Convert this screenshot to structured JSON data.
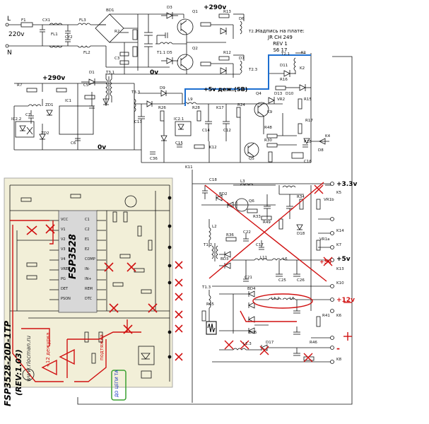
{
  "mains": {
    "label_220v": "220v",
    "label_l": "L",
    "label_n": "N"
  },
  "top_labels": {
    "plus_290v_top": "+290v",
    "plus_290v_left": "+290v",
    "zero_v_mid": "0v",
    "zero_v_left": "0v",
    "standby": "+5v деж.(SB)"
  },
  "board_note": {
    "line1": "Надпись на плате:",
    "line2": "JR CH 249",
    "line3": "REV 1",
    "line4": "S6 17"
  },
  "outputs": {
    "v33": "+3.3v",
    "v5": "+5v",
    "v12": "+12v",
    "minus": "-"
  },
  "ic": {
    "name": "FSP3528",
    "board_title": "FSP3528-20D-1TP",
    "board_rev": "(REV:1.03)",
    "watermark": "www.rlocman.ru",
    "gray_label": "ДО ЦЕПИ ТA",
    "pins_left": [
      "VCC",
      "V1",
      "V2",
      "V3",
      "V4",
      "VREF",
      "PG",
      "DET",
      "PSON"
    ],
    "pins_right": [
      "C1",
      "C2",
      "E1",
      "E2",
      "COMP",
      "IN-",
      "IN+",
      "REM",
      "DTC"
    ]
  },
  "components": [
    {
      "id": "f1",
      "label": "F1"
    },
    {
      "id": "cx1",
      "label": "CX1"
    },
    {
      "id": "fl3",
      "label": "FL3"
    },
    {
      "id": "bd1",
      "label": "BD1"
    },
    {
      "id": "d3",
      "label": "D3"
    },
    {
      "id": "q1",
      "label": "Q1"
    },
    {
      "id": "r13",
      "label": "R13"
    },
    {
      "id": "d6",
      "label": "D6"
    },
    {
      "id": "t22",
      "label": "T2.2"
    },
    {
      "id": "d5",
      "label": "D5"
    },
    {
      "id": "q2",
      "label": "Q2"
    },
    {
      "id": "r12",
      "label": "R12"
    },
    {
      "id": "d7",
      "label": "D7"
    },
    {
      "id": "t23",
      "label": "T2.3"
    },
    {
      "id": "t11",
      "label": "T1.1"
    },
    {
      "id": "r2",
      "label": "R2"
    },
    {
      "id": "c3",
      "label": "C3"
    },
    {
      "id": "fl1",
      "label": "FL1"
    },
    {
      "id": "cy2",
      "label": "CY2"
    },
    {
      "id": "fl2",
      "label": "FL2"
    },
    {
      "id": "r7",
      "label": "R7"
    },
    {
      "id": "d1",
      "label": "D1"
    },
    {
      "id": "t31",
      "label": "T3.1"
    },
    {
      "id": "c5",
      "label": "C5"
    },
    {
      "id": "ic1",
      "label": "IC1"
    },
    {
      "id": "zd1",
      "label": "ZD1"
    },
    {
      "id": "zd2",
      "label": "ZD2"
    },
    {
      "id": "ic22",
      "label": "IC2.2"
    },
    {
      "id": "c6",
      "label": "C6"
    },
    {
      "id": "c7",
      "label": "C7"
    },
    {
      "id": "t33",
      "label": "T3.3"
    },
    {
      "id": "d9",
      "label": "D9"
    },
    {
      "id": "c13",
      "label": "C13"
    },
    {
      "id": "r26",
      "label": "R26"
    },
    {
      "id": "r28",
      "label": "R28"
    },
    {
      "id": "ic21",
      "label": "IC2.1"
    },
    {
      "id": "c14",
      "label": "C14"
    },
    {
      "id": "c12",
      "label": "C12"
    },
    {
      "id": "l9",
      "label": "L9"
    },
    {
      "id": "k17",
      "label": "K17"
    },
    {
      "id": "r24",
      "label": "R24"
    },
    {
      "id": "q4",
      "label": "Q4"
    },
    {
      "id": "d13",
      "label": "D13"
    },
    {
      "id": "r16",
      "label": "R16"
    },
    {
      "id": "k9",
      "label": "K9"
    },
    {
      "id": "q5",
      "label": "Q5"
    },
    {
      "id": "r30",
      "label": "R30"
    },
    {
      "id": "r48",
      "label": "R48"
    },
    {
      "id": "k12",
      "label": "K12"
    },
    {
      "id": "k11",
      "label": "K11"
    },
    {
      "id": "c15",
      "label": "C15"
    },
    {
      "id": "c36",
      "label": "C36"
    },
    {
      "id": "c16",
      "label": "C16"
    },
    {
      "id": "vr2",
      "label": "VR2"
    },
    {
      "id": "t21",
      "label": "T2.1"
    },
    {
      "id": "k1",
      "label": "K1"
    },
    {
      "id": "k2",
      "label": "K2"
    },
    {
      "id": "d11",
      "label": "D11"
    },
    {
      "id": "d10",
      "label": "D10"
    },
    {
      "id": "r15",
      "label": "R15"
    },
    {
      "id": "r17",
      "label": "R17"
    },
    {
      "id": "r18",
      "label": "R18"
    },
    {
      "id": "k4",
      "label": "K4"
    },
    {
      "id": "d8",
      "label": "D8"
    },
    {
      "id": "c18",
      "label": "C18"
    },
    {
      "id": "bd2",
      "label": "BD2"
    },
    {
      "id": "l3",
      "label": "L3"
    },
    {
      "id": "q6",
      "label": "Q6"
    },
    {
      "id": "r33",
      "label": "R33"
    },
    {
      "id": "r34",
      "label": "R34"
    },
    {
      "id": "k5",
      "label": "K5"
    },
    {
      "id": "vr1b",
      "label": "VR1b"
    },
    {
      "id": "l2",
      "label": "L2"
    },
    {
      "id": "r36",
      "label": "R36"
    },
    {
      "id": "c22",
      "label": "C22"
    },
    {
      "id": "r49",
      "label": "R49"
    },
    {
      "id": "d18",
      "label": "D18"
    },
    {
      "id": "k14",
      "label": "K14"
    },
    {
      "id": "c17",
      "label": "C17"
    },
    {
      "id": "vr1a",
      "label": "VR1a"
    },
    {
      "id": "t12",
      "label": "T1.2"
    },
    {
      "id": "bd3",
      "label": "BD3"
    },
    {
      "id": "l11",
      "label": "L11"
    },
    {
      "id": "l6",
      "label": "L6"
    },
    {
      "id": "c21",
      "label": "C21"
    },
    {
      "id": "c25",
      "label": "C25"
    },
    {
      "id": "c26",
      "label": "C26"
    },
    {
      "id": "k13",
      "label": "K13"
    },
    {
      "id": "k7",
      "label": "K7"
    },
    {
      "id": "k10",
      "label": "K10"
    },
    {
      "id": "t13",
      "label": "T1.3"
    },
    {
      "id": "r45",
      "label": "R45"
    },
    {
      "id": "bd4",
      "label": "BD4"
    },
    {
      "id": "l12",
      "label": "L1.2"
    },
    {
      "id": "l5",
      "label": "L5"
    },
    {
      "id": "bd5",
      "label": "BD5"
    },
    {
      "id": "k6",
      "label": "K6"
    },
    {
      "id": "r41",
      "label": "R41"
    },
    {
      "id": "l13",
      "label": "L1.3"
    },
    {
      "id": "d17",
      "label": "D17"
    },
    {
      "id": "r46",
      "label": "R46"
    },
    {
      "id": "k8",
      "label": "K8"
    }
  ],
  "annotations": {
    "red_note": "+12 дежурка",
    "red_note2": "подтяжка",
    "top_5v": "+5v"
  },
  "colors": {
    "wire": "#111111",
    "annotation_red": "#d01010",
    "standby_blue": "#1e6fd0",
    "board_bg": "#f2efd8",
    "gray_box": "#3aa030"
  }
}
